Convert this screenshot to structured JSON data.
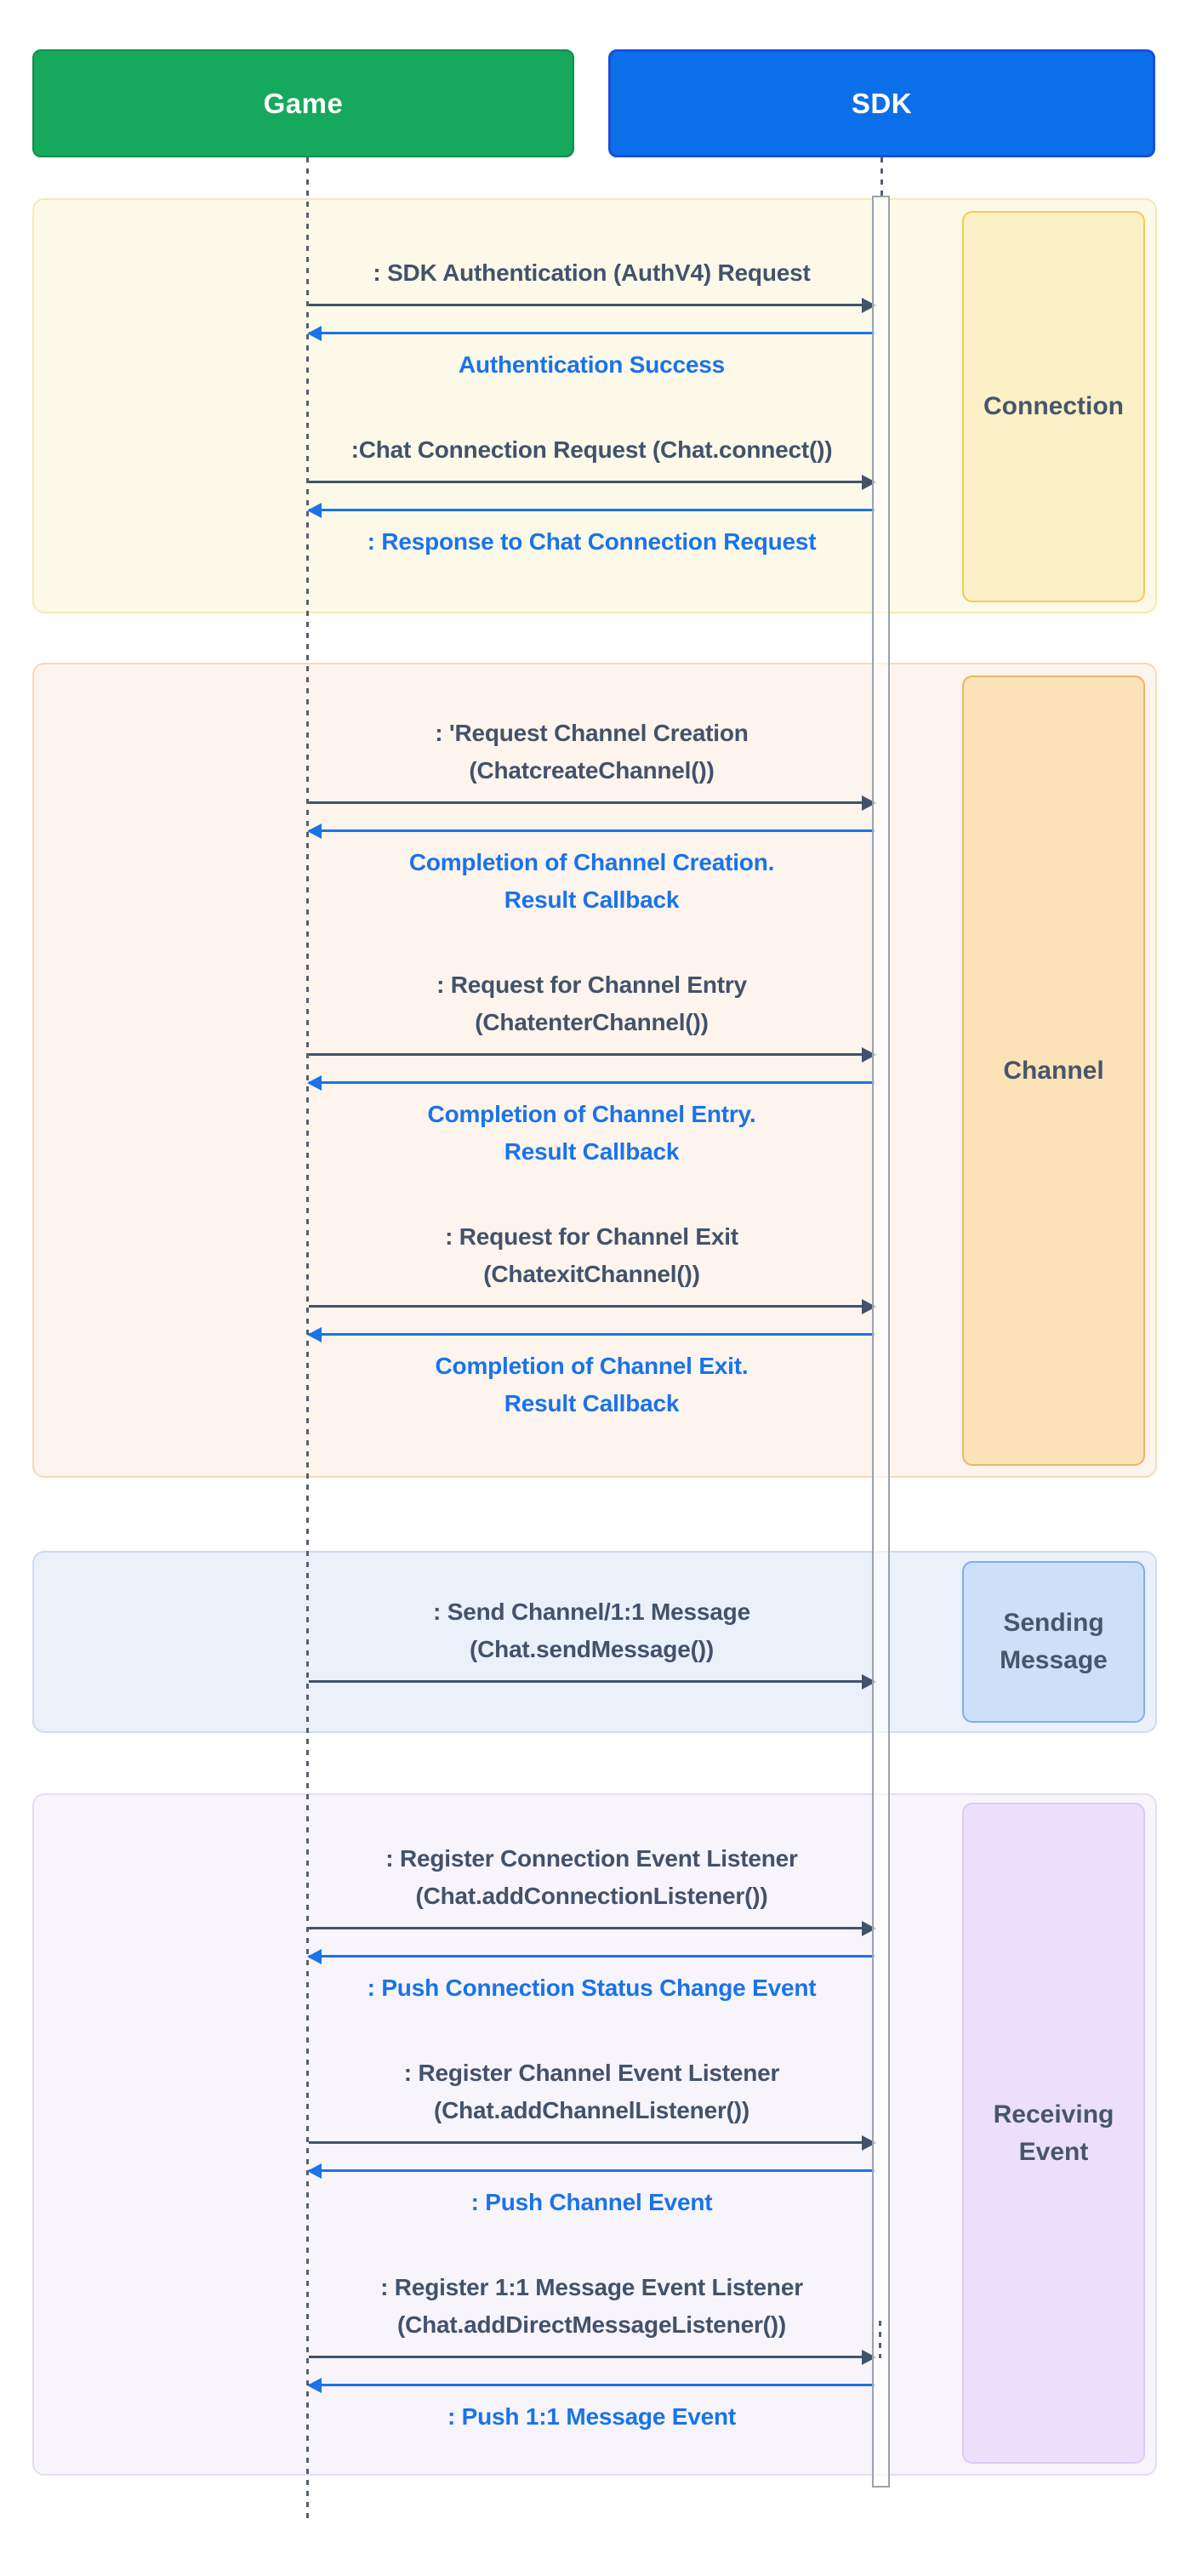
{
  "diagram_type": "sequence",
  "actors": [
    {
      "id": "game",
      "label": "Game",
      "fill": "#16A85C",
      "border": "#0F8F4E"
    },
    {
      "id": "sdk",
      "label": "SDK",
      "fill": "#0B6FE9",
      "border": "#1D4ED8"
    }
  ],
  "colors": {
    "request_text": "#42526B",
    "response_text": "#1A73E8",
    "request_arrow": "#42526B",
    "response_arrow": "#1A73E8",
    "lifeline": "#55606E",
    "activation_border": "#9AA3AF",
    "label_text": "#47566B"
  },
  "sections": [
    {
      "id": "connection",
      "label": "Connection",
      "panel_bg": "#FDF9E9",
      "panel_border": "#F5E9B4",
      "label_bg": "#FCF0C7",
      "label_border": "#F2CC58",
      "messages": [
        {
          "dir": "req",
          "lines": [
            ": SDK Authentication (AuthV4) Request"
          ]
        },
        {
          "dir": "res",
          "lines": [
            "Authentication Success"
          ]
        },
        {
          "dir": "req",
          "lines": [
            ":Chat Connection Request (Chat.connect())"
          ]
        },
        {
          "dir": "res",
          "lines": [
            ": Response to Chat Connection Request"
          ]
        }
      ]
    },
    {
      "id": "channel",
      "label": "Channel",
      "panel_bg": "#FDF4ED",
      "panel_border": "#F7D9B8",
      "label_bg": "#FBE2B7",
      "label_border": "#F0B466",
      "messages": [
        {
          "dir": "req",
          "lines": [
            ": 'Request Channel Creation",
            "(ChatcreateChannel())"
          ]
        },
        {
          "dir": "res",
          "lines": [
            "Completion of Channel Creation.",
            "Result Callback"
          ]
        },
        {
          "dir": "req",
          "lines": [
            ": Request for Channel Entry",
            "(ChatenterChannel())"
          ]
        },
        {
          "dir": "res",
          "lines": [
            "Completion of Channel Entry.",
            "Result Callback"
          ]
        },
        {
          "dir": "req",
          "lines": [
            ": Request for Channel Exit",
            "(ChatexitChannel())"
          ]
        },
        {
          "dir": "res",
          "lines": [
            "Completion of Channel Exit.",
            "Result Callback"
          ]
        }
      ]
    },
    {
      "id": "sending",
      "label": "Sending Message",
      "panel_bg": "#EAF1FB",
      "panel_border": "#CBDCF4",
      "label_bg": "#CEE0F8",
      "label_border": "#84ACE9",
      "messages": [
        {
          "dir": "req",
          "lines": [
            ": Send Channel/1:1 Message",
            "(Chat.sendMessage())"
          ]
        }
      ]
    },
    {
      "id": "receiving",
      "label": "Receiving Event",
      "panel_bg": "#F7F4FB",
      "panel_border": "#E4DDF3",
      "label_bg": "#ECDFFB",
      "label_border": "#DBCBF3",
      "messages": [
        {
          "dir": "req",
          "lines": [
            ": Register Connection Event Listener",
            "(Chat.addConnectionListener())"
          ]
        },
        {
          "dir": "res",
          "lines": [
            ": Push Connection Status Change Event"
          ]
        },
        {
          "dir": "req",
          "lines": [
            ": Register Channel Event Listener",
            "(Chat.addChannelListener())"
          ]
        },
        {
          "dir": "res",
          "lines": [
            ": Push Channel Event"
          ]
        },
        {
          "dir": "req",
          "lines": [
            ": Register 1:1 Message Event Listener",
            "(Chat.addDirectMessageListener())"
          ]
        },
        {
          "dir": "res",
          "lines": [
            ": Push 1:1 Message Event"
          ]
        }
      ]
    }
  ]
}
